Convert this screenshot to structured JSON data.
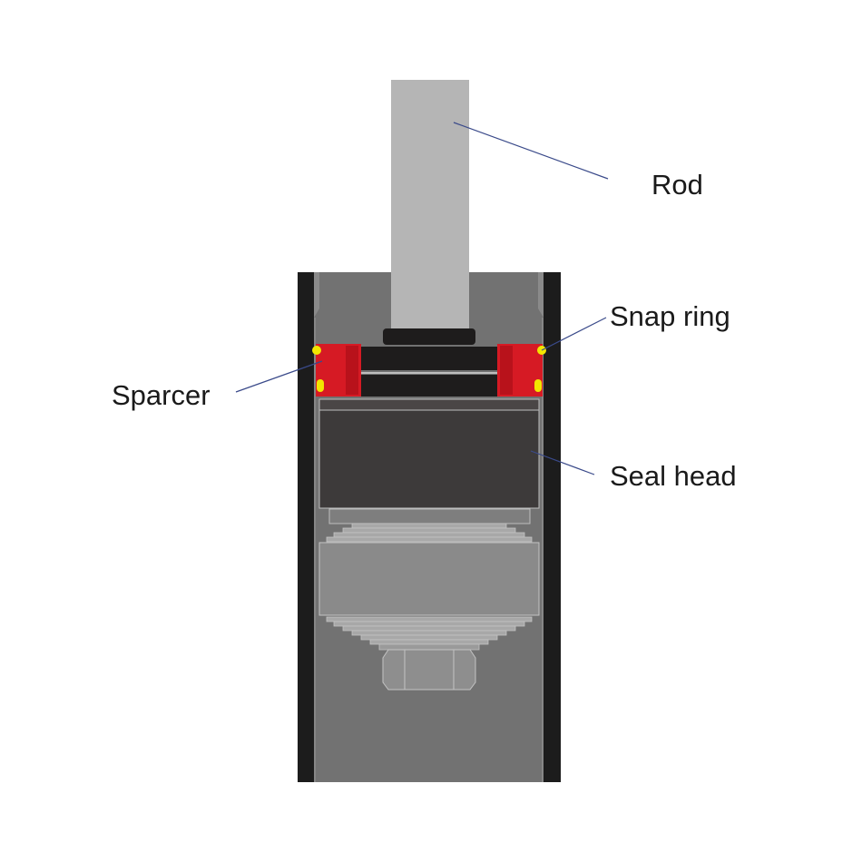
{
  "labels": {
    "rod": "Rod",
    "snap_ring": "Snap ring",
    "spacer": "Sparcer",
    "seal_head": "Seal head"
  },
  "colors": {
    "background": "#ffffff",
    "tube_wall": "#1c1c1c",
    "tube_inner": "#727272",
    "rod": "#b5b5b5",
    "seal_head": "#3d3a3a",
    "seal_cap": "#1e1c1c",
    "spacer": "#d61a24",
    "snap_ring": "#f2e600",
    "piston": "#8a8a8a",
    "shim": "#a8a8a8",
    "nut": "#8e8e8e",
    "leader_line": "#3a4a8a"
  }
}
